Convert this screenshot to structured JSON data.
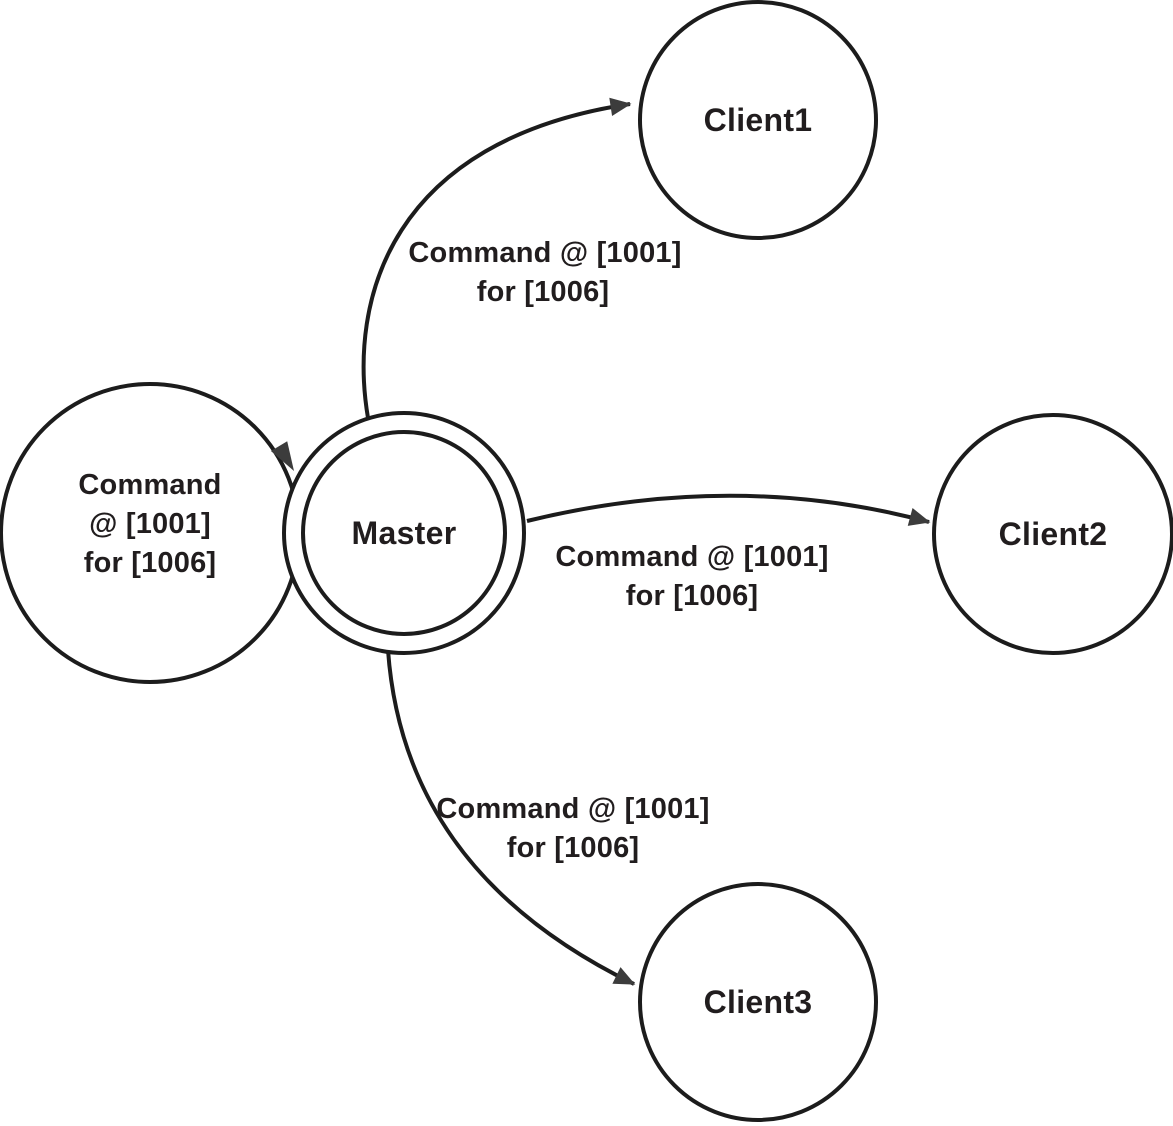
{
  "diagram": {
    "background": "#ffffff",
    "colors": {
      "line": "#1c1c1c",
      "arrowhead": "#3c3c3c",
      "text": "#211d1e"
    },
    "nodes": {
      "master": {
        "label": "Master",
        "shape": "double-circle"
      },
      "client1": {
        "label": "Client1",
        "shape": "circle"
      },
      "client2": {
        "label": "Client2",
        "shape": "circle"
      },
      "client3": {
        "label": "Client3",
        "shape": "circle"
      }
    },
    "self_loop": {
      "from": "Master",
      "to": "Master",
      "label_lines": [
        "Command",
        "@ [1001]",
        "for [1006]"
      ]
    },
    "edges": [
      {
        "from": "Master",
        "to": "Client1",
        "label_lines": [
          "Command @ [1001]",
          "for [1006]"
        ]
      },
      {
        "from": "Master",
        "to": "Client2",
        "label_lines": [
          "Command @ [1001]",
          "for [1006]"
        ]
      },
      {
        "from": "Master",
        "to": "Client3",
        "label_lines": [
          "Command @ [1001]",
          "for [1006]"
        ]
      }
    ]
  }
}
